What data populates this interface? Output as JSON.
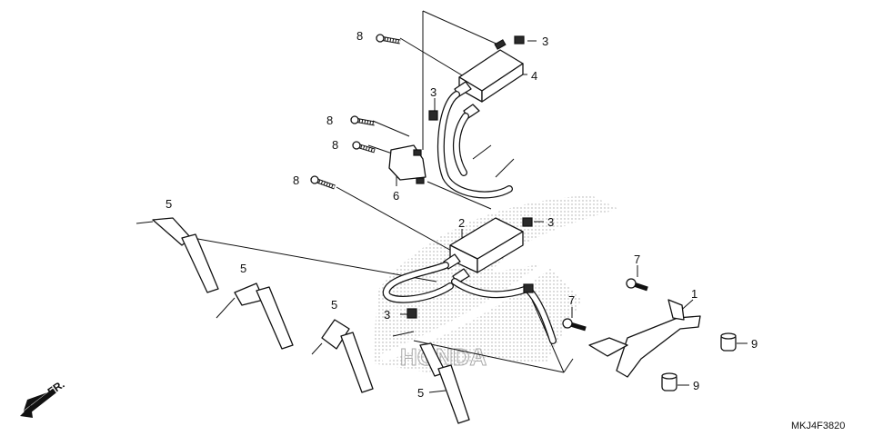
{
  "diagram": {
    "part_code": "MKJ4F3820",
    "front_label": "FR.",
    "logo_text": "HONDA",
    "callouts": {
      "c1": "1",
      "c2": "2",
      "c3a": "3",
      "c3b": "3",
      "c3c": "3",
      "c3d": "3",
      "c4": "4",
      "c5a": "5",
      "c5b": "5",
      "c5c": "5",
      "c5d": "5",
      "c6": "6",
      "c7a": "7",
      "c7b": "7",
      "c8a": "8",
      "c8b": "8",
      "c8c": "8",
      "c8d": "8",
      "c9a": "9",
      "c9b": "9"
    }
  }
}
